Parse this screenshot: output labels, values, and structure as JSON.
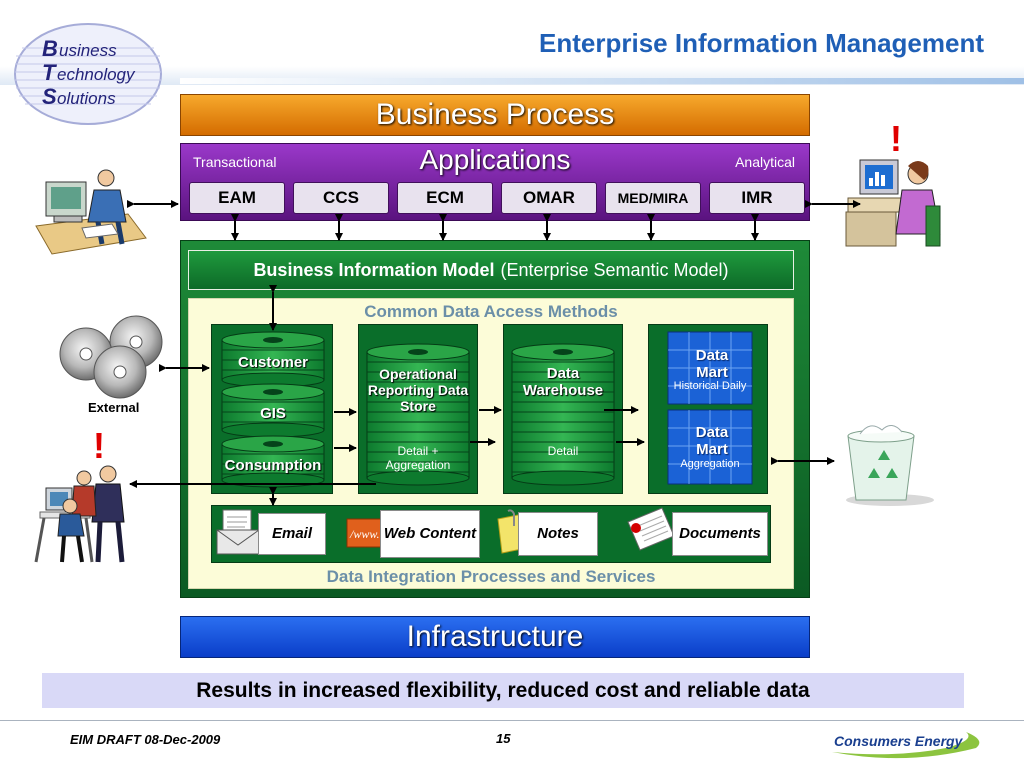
{
  "title": "Enterprise Information Management",
  "logo": {
    "lines": [
      "Business",
      "Technology",
      "Solutions"
    ]
  },
  "business_process": "Business Process",
  "applications": {
    "title": "Applications",
    "left_label": "Transactional",
    "right_label": "Analytical",
    "items": [
      "EAM",
      "CCS",
      "ECM",
      "OMAR",
      "MED/MIRA",
      "IMR"
    ]
  },
  "bim": {
    "title": "Business Information Model",
    "subtitle": "(Enterprise Semantic Model)"
  },
  "common_methods": "Common Data Access Methods",
  "master_data": [
    "Customer",
    "GIS",
    "Consumption"
  ],
  "ods": {
    "title": "Operational Reporting Data Store",
    "sub": "Detail + Aggregation"
  },
  "dw": {
    "title": "Data Warehouse",
    "sub": "Detail"
  },
  "data_marts": [
    {
      "title": "Data Mart",
      "sub": "Historical Daily"
    },
    {
      "title": "Data Mart",
      "sub": "Aggregation"
    }
  ],
  "unstructured": {
    "email": "Email",
    "web_content": "Web Content",
    "www_tag": "/www.",
    "notes": "Notes",
    "documents": "Documents"
  },
  "integration": "Data Integration Processes and Services",
  "infrastructure": "Infrastructure",
  "external_label": "External",
  "alert_mark": "!",
  "results": "Results in increased flexibility, reduced cost and reliable data",
  "footer": {
    "draft": "EIM DRAFT  08-Dec-2009",
    "page": "15",
    "brand": "Consumers Energy"
  },
  "colors": {
    "title": "#1f5fb6",
    "business_process": "#e98a12",
    "applications": "#7b2aa8",
    "middle": "#0f6e2c",
    "infrastructure": "#1f5ae0",
    "results_bg": "#d9d9f7",
    "alert": "#e00000"
  }
}
